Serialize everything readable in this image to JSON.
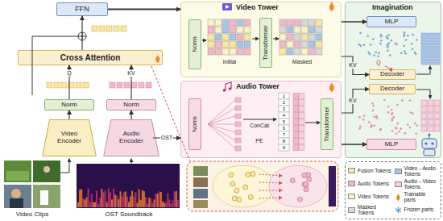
{
  "diagram": {
    "nodes": [
      {
        "text": [
          "FFN"
        ]
      },
      {
        "text": [
          "Cross Attention"
        ]
      },
      {
        "text": [
          "Norm"
        ]
      },
      {
        "text": [
          "Norm"
        ]
      },
      {
        "text": [
          "Video Encoder"
        ]
      },
      {
        "text": [
          "Audio Encoder"
        ]
      },
      {
        "text": [
          "Video Tower"
        ]
      },
      {
        "text": [
          "Norm"
        ],
        "in": 6
      },
      {
        "text": [
          "Transformer"
        ],
        "in": 6
      },
      {
        "text": [
          "Audio Tower"
        ]
      },
      {
        "text": [
          "Norm"
        ],
        "in": 9
      },
      {
        "text": [
          "Transformer"
        ],
        "in": 9
      },
      {
        "text": [
          "Imagination"
        ]
      },
      {
        "text": [
          "MLP"
        ],
        "in": 12
      },
      {
        "text": [
          "Decoder"
        ],
        "in": 12
      },
      {
        "text": [
          "Decoder"
        ],
        "in": 12
      },
      {
        "text": [
          "MLP"
        ],
        "in": 12
      }
    ],
    "edges": [
      {
        "from": 4,
        "to": 2,
        "arrow": "to"
      },
      {
        "from": 5,
        "to": 3,
        "arrow": "to"
      },
      {
        "from": 2,
        "to": 1,
        "label": "Q",
        "arrow": "to"
      },
      {
        "from": 3,
        "to": 1,
        "label": "KV",
        "arrow": "to"
      },
      {
        "from": 1,
        "to": 0,
        "arrow": "to"
      },
      {
        "from": 0,
        "to": 6,
        "arrow": "to"
      },
      {
        "from": 5,
        "to": 9,
        "label": "OST",
        "arrow": "to"
      },
      {
        "from": 6,
        "to": 13,
        "arrow": "to"
      },
      {
        "from": 6,
        "to": 14,
        "label": "KV",
        "arrow": "to"
      },
      {
        "from": 9,
        "to": 15,
        "label": "KV",
        "arrow": "to"
      },
      {
        "from": 9,
        "to": 16,
        "arrow": "to"
      }
    ],
    "labels": [
      "Initial",
      "Masked",
      "ConCat",
      "PE",
      "1",
      "2",
      "3",
      "4",
      "5",
      "6",
      "7",
      "8",
      "9",
      "Q",
      "Video Clips",
      "OST Soundtrack"
    ],
    "legend": [
      {
        "text": "Fusion Tokens",
        "color": "#f9e79f"
      },
      {
        "text": "Video→Audio Tokens",
        "color": "#a9c4e8"
      },
      {
        "text": "Audio Tokens",
        "color": "#f4b6c9"
      },
      {
        "text": "Audio→Video Tokens",
        "color": "#f6d2e0"
      },
      {
        "text": "Video Tokens",
        "color": "#fdf1c7"
      },
      {
        "text": "Trainable parts"
      },
      {
        "text": "Masked Tokens",
        "color": "#d9d9d9"
      },
      {
        "text": "Frozen parts"
      }
    ]
  }
}
